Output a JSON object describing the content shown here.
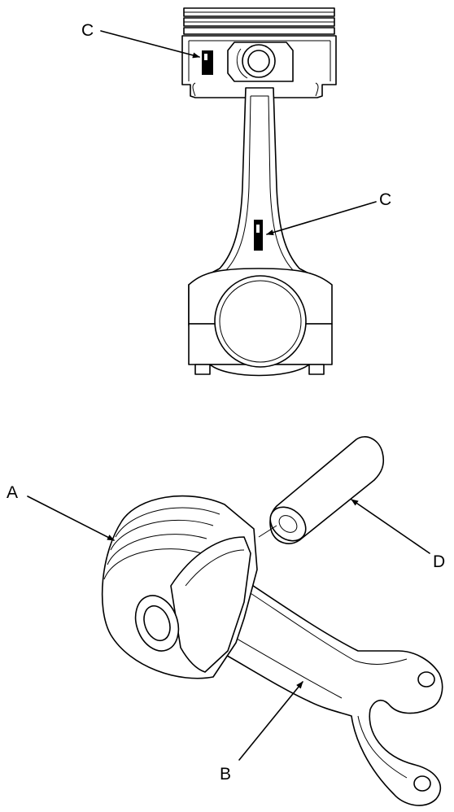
{
  "labels": {
    "a": "A",
    "b": "B",
    "c_upper": "C",
    "c_lower": "C",
    "d": "D"
  }
}
